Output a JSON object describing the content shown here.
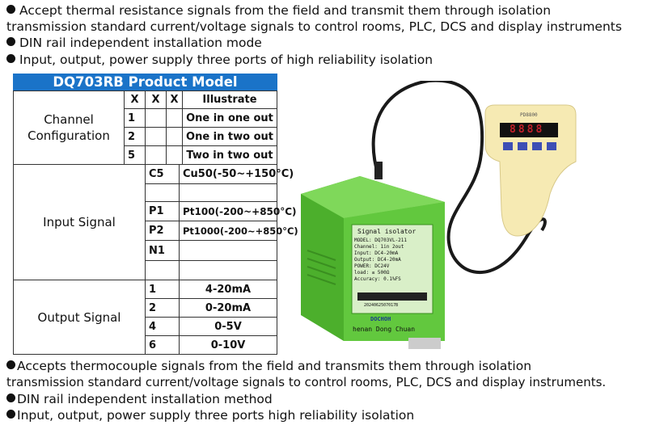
{
  "top_bullets": [
    "Accept thermal resistance signals from the field and transmit them through isolation",
    "transmission standard current/voltage signals to control rooms, PLC, DCS and display instruments",
    "DIN rail independent installation mode",
    "Input, output, power supply three ports of high reliability isolation"
  ],
  "table": {
    "title": "DQ703RB Product Model",
    "header": [
      "X",
      "X",
      "X",
      "Illustrate"
    ],
    "channel_label": "Channel Configuration",
    "channel_rows": [
      {
        "code": "1",
        "desc": "One in one out"
      },
      {
        "code": "2",
        "desc": "One in two out"
      },
      {
        "code": "5",
        "desc": "Two in two out"
      }
    ],
    "input_label": "Input Signal",
    "input_rows": [
      {
        "code": "C5",
        "desc": "Cu50(-50~+150°C)"
      },
      {
        "code": "",
        "desc": ""
      },
      {
        "code": "P1",
        "desc": "Pt100(-200~+850°C)"
      },
      {
        "code": "P2",
        "desc": "Pt1000(-200~+850°C)"
      },
      {
        "code": "N1",
        "desc": ""
      },
      {
        "code": "",
        "desc": ""
      }
    ],
    "output_label": "Output Signal",
    "output_rows": [
      {
        "code": "1",
        "desc": "4-20mA"
      },
      {
        "code": "2",
        "desc": "0-20mA"
      },
      {
        "code": "4",
        "desc": "0-5V"
      },
      {
        "code": "6",
        "desc": "0-10V"
      }
    ]
  },
  "device": {
    "label_title": "Signal isolator",
    "model": "MODEL: DQ703VL-211",
    "channel": "Channel: 1in 2out",
    "input": "Input: DC4-20mA",
    "output": "Output: DC4-20mA",
    "power": "POWER: DC24V",
    "load": "load: ≤ 500Ω",
    "accuracy": "Accuracy: 0.1%FS",
    "serial": "2024062507017B",
    "logo": "DOCHOH",
    "maker": "henan Dong Chuan",
    "meter_brand": "PD8800",
    "meter_display": "8888"
  },
  "bottom_bullets": [
    "Accepts thermocouple signals from the field and transmits them through isolation",
    "transmission standard current/voltage signals to control rooms, PLC, DCS and display instruments.",
    "DIN rail independent installation method",
    "Input, output, power supply three ports high reliability isolation"
  ],
  "colors": {
    "title_bar": "#1a73c8",
    "device_green": "#5cc13a",
    "meter_body": "#f6eab3",
    "display": "#c0202a"
  }
}
